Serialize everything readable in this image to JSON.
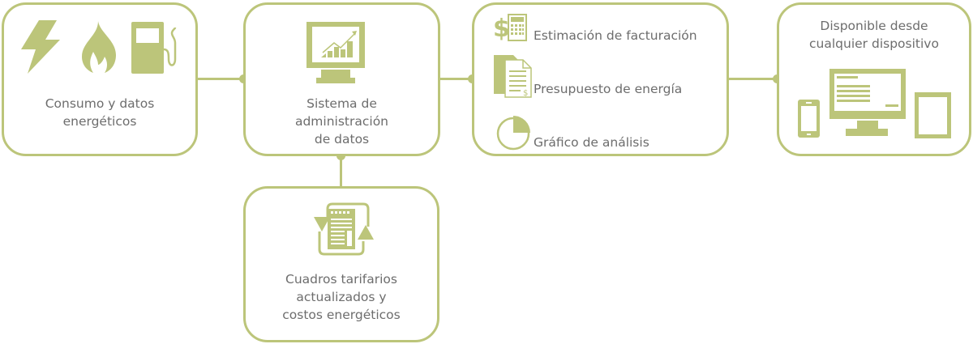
{
  "colors": {
    "accent": "#bcc57a",
    "text": "#6d6d6d",
    "background": "#ffffff"
  },
  "nodes": {
    "energy_data": {
      "lines": [
        "Consumo y datos",
        "energéticos"
      ],
      "icons": [
        "lightning-bolt-icon",
        "flame-icon",
        "fuel-pump-icon"
      ]
    },
    "management_system": {
      "lines": [
        "Sistema de",
        "administración",
        "de datos"
      ],
      "icons": [
        "monitor-chart-icon"
      ]
    },
    "outputs": {
      "items": [
        {
          "label": "Estimación de facturación",
          "icon": "dollar-calculator-icon"
        },
        {
          "label": "Presupuesto de energía",
          "icon": "budget-document-icon"
        },
        {
          "label": "Gráfico de análisis",
          "icon": "pie-chart-icon"
        }
      ]
    },
    "any_device": {
      "lines": [
        "Disponible desde",
        "cualquier dispositivo"
      ],
      "icons": [
        "smartphone-icon",
        "desktop-monitor-icon",
        "tablet-icon"
      ]
    },
    "tariffs": {
      "lines": [
        "Cuadros tarifarios",
        "actualizados y",
        "costos energéticos"
      ],
      "icons": [
        "refresh-document-icon"
      ]
    }
  },
  "connections": [
    {
      "from": "energy_data",
      "to": "management_system"
    },
    {
      "from": "management_system",
      "to": "outputs"
    },
    {
      "from": "outputs",
      "to": "any_device"
    },
    {
      "from": "management_system",
      "to": "tariffs"
    }
  ]
}
